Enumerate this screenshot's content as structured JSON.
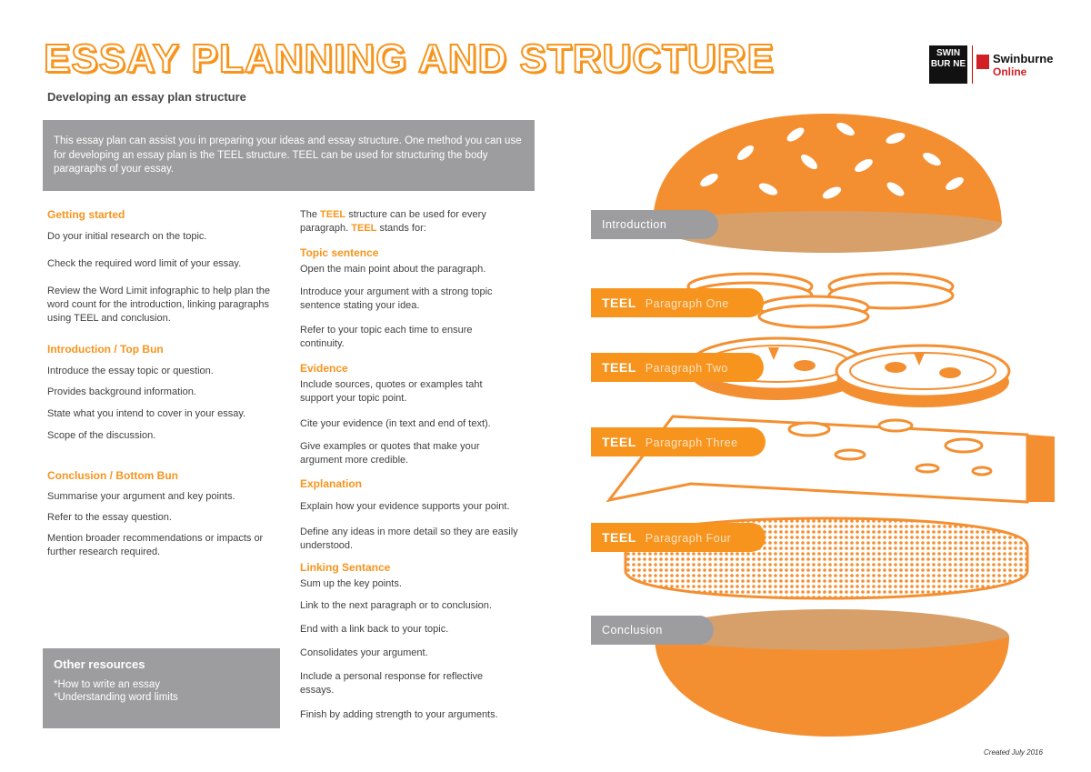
{
  "header": {
    "title": "ESSAY PLANNING AND STRUCTURE",
    "subtitle": "Developing an essay plan structure",
    "logo": {
      "box_text": "SWIN BUR NE",
      "name": "Swinburne",
      "sub": "Online"
    }
  },
  "intro": "This essay plan can assist you in preparing your ideas and essay structure. One method you can use for developing an essay plan is the TEEL structure. TEEL can be used for structuring the body paragraphs of your essay.",
  "left_column": {
    "getting_started": {
      "heading": "Getting started",
      "items": [
        "Do your initial research on the topic.",
        "Check the required word limit of your essay.",
        "Review the Word Limit infographic to help plan the word count for the introduction, linking paragraphs using TEEL and conclusion."
      ]
    },
    "introduction": {
      "heading": "Introduction / Top Bun",
      "items": [
        "Introduce the essay topic or question.",
        "Provides background information.",
        "State what you intend to cover in your essay.",
        "Scope of the discussion."
      ]
    },
    "conclusion": {
      "heading": "Conclusion / Bottom Bun",
      "items": [
        "Summarise your argument and key points.",
        "Refer to the essay question.",
        "Mention broader recommendations or impacts or further research required."
      ]
    }
  },
  "middle_column": {
    "intro_pre": "The ",
    "intro_teel1": "TEEL",
    "intro_mid": " structure can be used for every paragraph. ",
    "intro_teel2": "TEEL",
    "intro_post": " stands for:",
    "topic": {
      "heading": "Topic sentence",
      "items": [
        "Open the main point about the paragraph.",
        "Introduce your argument with a strong topic sentence stating your idea.",
        "Refer to your topic each time to ensure continuity."
      ]
    },
    "evidence": {
      "heading": "Evidence",
      "items": [
        "Include sources, quotes or examples taht support your topic point.",
        "Cite your evidence (in text and end of text).",
        "Give examples or quotes that make your argument more credible."
      ]
    },
    "explanation": {
      "heading": "Explanation",
      "items": [
        "Explain how your evidence supports your point.",
        "Define any ideas in more detail so they are easily understood."
      ]
    },
    "linking": {
      "heading": "Linking Sentance",
      "items": [
        "Sum up the key points.",
        "Link to the next paragraph or to conclusion.",
        "End with a link back to your topic.",
        "Consolidates your argument.",
        "Include a personal response for reflective essays.",
        "Finish by adding strength to your arguments."
      ]
    }
  },
  "other_resources": {
    "title": "Other resources",
    "links": [
      "*How to write an essay",
      "*Understanding word limits"
    ]
  },
  "burger_labels": {
    "introduction": "Introduction",
    "teel": "TEEL",
    "p1": "Paragraph One",
    "p2": "Paragraph Two",
    "p3": "Paragraph Three",
    "p4": "Paragraph Four",
    "conclusion": "Conclusion"
  },
  "footer": {
    "credit": "Created July 2016"
  },
  "colors": {
    "accent": "#f7941d",
    "grey_box": "#9d9d9f",
    "bun": "#f48f31",
    "bun_inside": "#d7a06a"
  }
}
